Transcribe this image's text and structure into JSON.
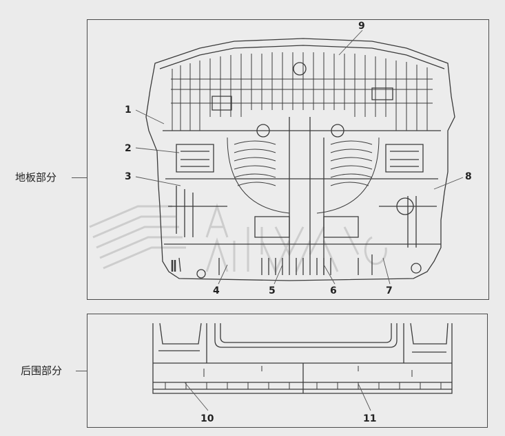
{
  "labels": {
    "floor_section": "地板部分",
    "rear_section": "后围部分"
  },
  "callouts": {
    "c1": "1",
    "c2": "2",
    "c3": "3",
    "c4": "4",
    "c5": "5",
    "c6": "6",
    "c7": "7",
    "c8": "8",
    "c9": "9",
    "c10": "10",
    "c11": "11"
  },
  "colors": {
    "line": "#3a3a3a",
    "background": "#ececec",
    "watermark": "#c8c8c8"
  }
}
